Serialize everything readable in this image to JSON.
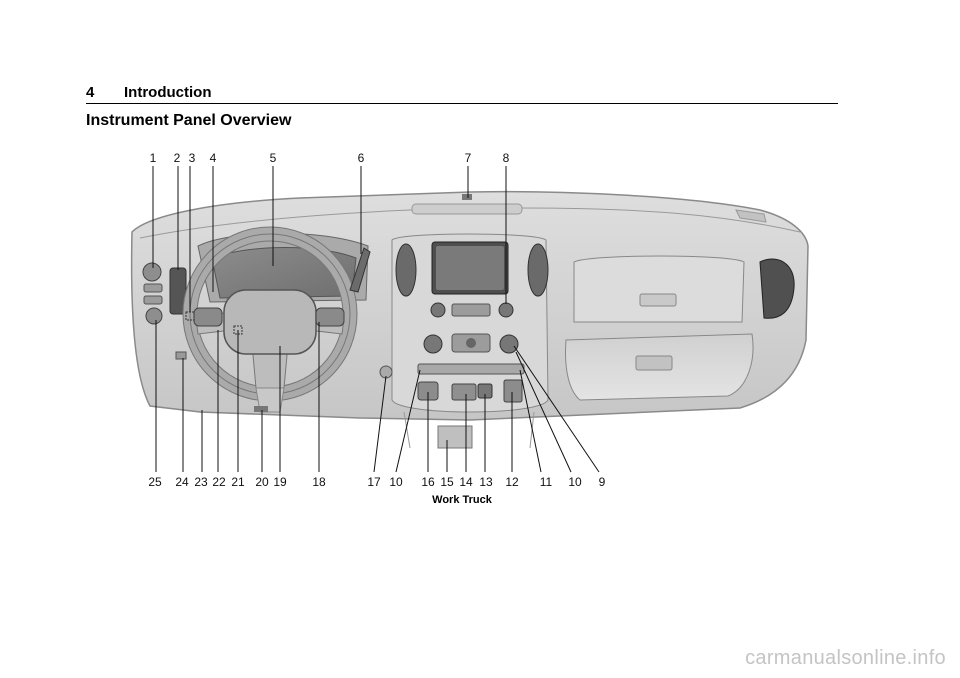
{
  "header": {
    "page_number": "4",
    "chapter": "Introduction"
  },
  "section_title": "Instrument Panel Overview",
  "figure": {
    "callouts_top": [
      "1",
      "2",
      "3",
      "4",
      "5",
      "6",
      "7",
      "8"
    ],
    "callouts_bottom": [
      "25",
      "24",
      "23",
      "22",
      "21",
      "20",
      "19",
      "18",
      "17",
      "10",
      "16",
      "15",
      "14",
      "13",
      "12",
      "11",
      "10",
      "9"
    ],
    "caption": "Work Truck"
  },
  "watermark": "carmanualsonline.info"
}
